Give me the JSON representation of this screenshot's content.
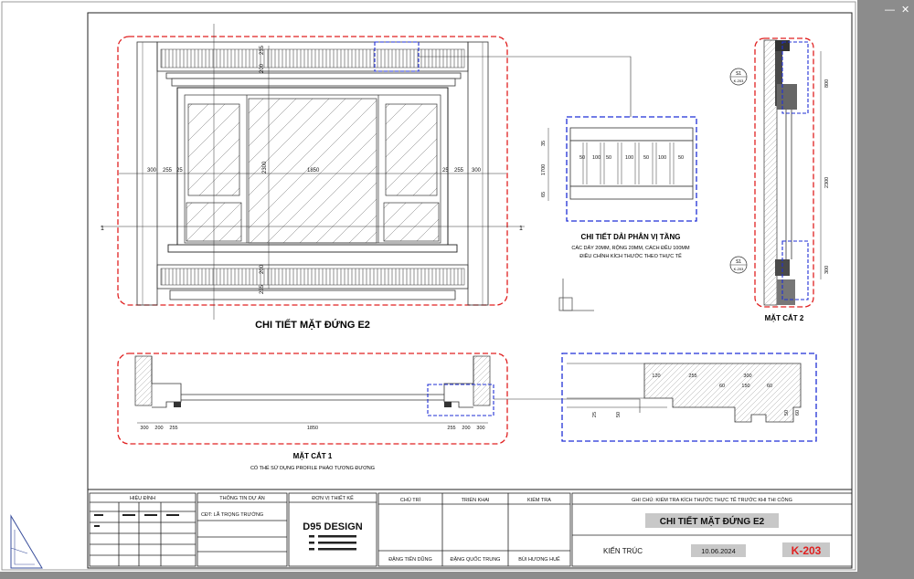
{
  "viewer": {
    "minimize_icon": "minimize-icon",
    "close_icon": "close-icon"
  },
  "elevation": {
    "title": "CHI TIẾT MẶT ĐỨNG E2",
    "dims_left": [
      "300",
      "255",
      "25"
    ],
    "dims_right": [
      "25",
      "255",
      "300"
    ],
    "dim_center": "1850",
    "dim_vertical": "2300",
    "dims_top_small": [
      "235",
      "200"
    ],
    "dims_bottom_small": [
      "200",
      "235"
    ],
    "axis_marks": [
      "1",
      "1"
    ]
  },
  "band_detail": {
    "title": "CHI TIẾT DẢI PHÂN VỊ TẦNG",
    "note_line1": "CÁC DẢY 20MM, RỘNG 20MM, CÁCH ĐỀU 100MM",
    "note_line2": "ĐIỀU CHỈNH KÍCH THƯỚC THEO THỰC TẾ",
    "dims_top": [
      "50",
      "100",
      "50",
      "100",
      "50",
      "100",
      "50"
    ],
    "dims_side": [
      "35",
      "1700",
      "65"
    ]
  },
  "section2": {
    "title": "MẶT CẮT 2",
    "callout_top": [
      "S1",
      "K-203"
    ],
    "callout_bottom": [
      "S1",
      "K-203"
    ],
    "dims_right": [
      "800",
      "2300",
      "300"
    ]
  },
  "section1": {
    "title": "MẶT CẮT 1",
    "subtitle": "CÓ THỂ SỬ DỤNG PROFILE PHÀO TƯƠNG ĐƯƠNG",
    "dims": [
      "300",
      "200",
      "255",
      "1850",
      "255",
      "200",
      "300"
    ]
  },
  "section_detail": {
    "dims_top": [
      "120",
      "255",
      "300"
    ],
    "dims_mid": [
      "60",
      "150",
      "60"
    ],
    "dims_left": [
      "25",
      "50"
    ],
    "dims_right": [
      "50",
      "60"
    ]
  },
  "title_block": {
    "revision_header": "HIỆU ĐÍNH",
    "project_header": "THÔNG TIN DỰ ÁN",
    "project_owner": "CĐT: LÃ TRỌNG TRƯỜNG",
    "design_unit_header": "ĐƠN VỊ THIẾT KẾ",
    "brand": "D95 DESIGN",
    "col_chu_tri": "CHỦ TRÌ",
    "col_trien_khai": "TRIỂN KHAI",
    "col_kiem_tra": "KIỂM TRA",
    "name_chu_tri": "ĐẶNG TIẾN DŨNG",
    "name_trien_khai": "ĐẶNG QUỐC TRUNG",
    "name_kiem_tra": "BÙI HƯƠNG HUẾ",
    "note": "GHI CHÚ: KIỂM TRA KÍCH THƯỚC THỰC TẾ TRƯỚC KHI THI CÔNG",
    "sheet_title": "CHI TIẾT MẶT ĐỨNG E2",
    "discipline": "KIẾN TRÚC",
    "date": "10.06.2024",
    "sheet_number": "K-203"
  },
  "colors": {
    "red_frame": "#e02020",
    "blue_frame": "#1f2fd6",
    "sheet_number": "#e02020",
    "viewer_gray": "#8c8c8c"
  }
}
